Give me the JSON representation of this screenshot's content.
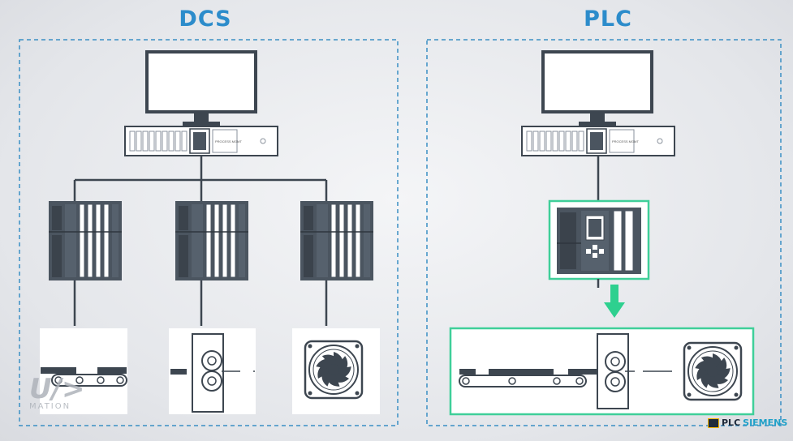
{
  "headings": {
    "dcs": "DCS",
    "plc": "PLC"
  },
  "server_label": "PROCESS MGMT",
  "watermark": {
    "logo": "U/>",
    "sub": "MATION"
  },
  "brand": {
    "prefix": "PLC",
    "suffix": "SIEMENS"
  },
  "colors": {
    "heading": "#2c8ccb",
    "dashed_border": "#3a8fc4",
    "highlight": "#3fcf99",
    "arrow": "#2ed08f",
    "rack": "#4b5560",
    "outline": "#3d4650"
  },
  "icons": [
    "monitor-icon",
    "server-icon",
    "controller-rack-icon",
    "conveyor-icon",
    "roller-press-icon",
    "fan-icon",
    "arrow-down-icon"
  ]
}
